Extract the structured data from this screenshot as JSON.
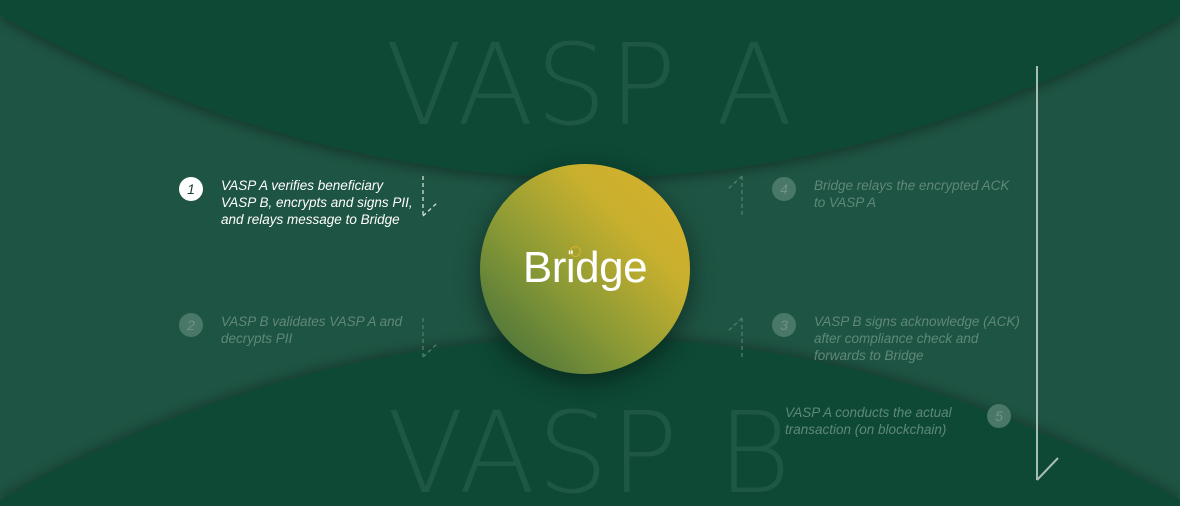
{
  "diagram": {
    "party_top": "VASP A",
    "party_bottom": "VASP B",
    "bridge_label": "Bridge",
    "steps": [
      {
        "number": "1",
        "text": "VASP A verifies beneficiary VASP B, encrypts and signs PII, and relays message to Bridge",
        "state": "active"
      },
      {
        "number": "2",
        "text": "VASP B validates VASP A and decrypts PII",
        "state": "inactive"
      },
      {
        "number": "3",
        "text": "VASP B signs acknowledge (ACK) after compliance check and forwards to Bridge",
        "state": "inactive"
      },
      {
        "number": "4",
        "text": "Bridge relays the encrypted ACK to VASP A",
        "state": "inactive"
      },
      {
        "number": "5",
        "text": "VASP A conducts the actual transaction (on blockchain)",
        "state": "inactive"
      }
    ]
  },
  "colors": {
    "background": "#1e5443",
    "top_region": "#114a36",
    "bottom_region": "#114a36",
    "accent_gold": "#d9b12a",
    "active_text": "#ffffff",
    "inactive_text": "#5f8878"
  }
}
